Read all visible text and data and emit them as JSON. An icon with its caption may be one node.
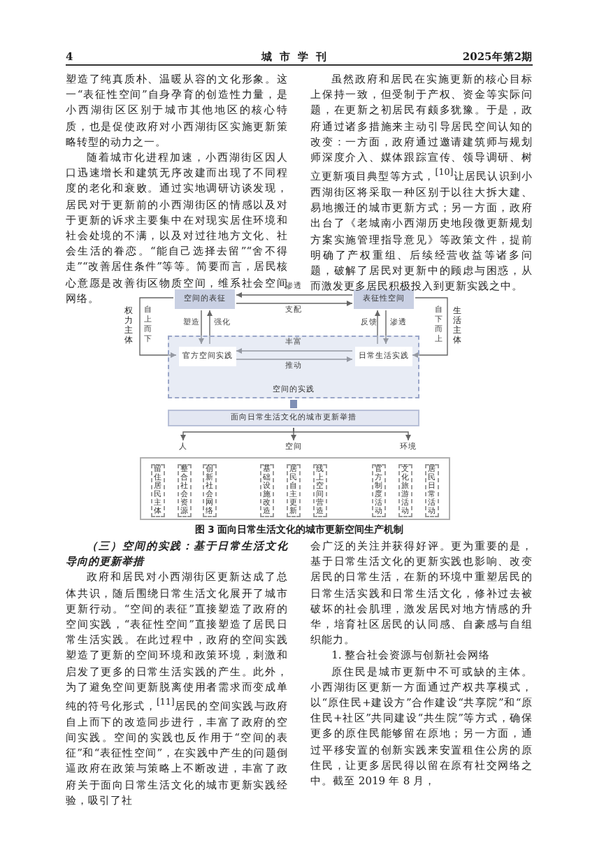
{
  "diagram": {
    "caption": "图 3 面向日常生活文化的城市更新空间生产机制",
    "nodes": [
      {
        "text": [
          "空间的表征"
        ]
      },
      {
        "text": [
          "表征性空间"
        ]
      },
      {
        "text": [
          "空间的实践"
        ]
      },
      {
        "text": [
          "官方空间实践"
        ],
        "in": 2
      },
      {
        "text": [
          "日常生活实践"
        ],
        "in": 2
      },
      {
        "text": [
          "面向日常生活文化的城市更新举措"
        ]
      },
      {
        "text": [
          "人"
        ]
      },
      {
        "text": [
          "空间"
        ]
      },
      {
        "text": [
          "环境"
        ]
      },
      {
        "text": [],
        "shape": "box"
      },
      {
        "text": [
          "留住居民主体"
        ],
        "in": 9
      },
      {
        "text": [
          "整合社会资源"
        ],
        "in": 9
      },
      {
        "text": [
          "创新社会网络"
        ],
        "in": 9
      },
      {
        "text": [
          "基础设施改造"
        ],
        "in": 9
      },
      {
        "text": [
          "居民自主更新"
        ],
        "in": 9
      },
      {
        "text": [
          "线上空间营造"
        ],
        "in": 9
      },
      {
        "text": [
          "官方制度活动"
        ],
        "in": 9
      },
      {
        "text": [
          "文化旅游活动"
        ],
        "in": 9
      },
      {
        "text": [
          "居民日常活动"
        ],
        "in": 9
      }
    ],
    "edges": [
      {
        "from": 1,
        "to": 0,
        "arrow": "to",
        "label": "渗透"
      },
      {
        "from": 0,
        "to": 1,
        "arrow": "to",
        "label": "支配"
      },
      {
        "from": 0,
        "to": 3,
        "arrow": "to",
        "label": "塑造"
      },
      {
        "from": 3,
        "to": 0,
        "arrow": "to",
        "label": "强化"
      },
      {
        "from": 4,
        "to": 1,
        "arrow": "to",
        "label": "反馈"
      },
      {
        "from": 1,
        "to": 4,
        "arrow": "to",
        "label": "渗透"
      },
      {
        "from": 4,
        "to": 3,
        "arrow": "to",
        "label": "丰富"
      },
      {
        "from": 3,
        "to": 4,
        "arrow": "to",
        "label": "推动"
      },
      {
        "from": 0,
        "to": 3,
        "arrow": "to",
        "label": "自上而下"
      },
      {
        "from": 1,
        "to": 4,
        "arrow": "to",
        "label": "自下而上"
      },
      {
        "from": 2,
        "to": 5,
        "arrow": "to",
        "style": "thick"
      },
      {
        "from": 5,
        "to": 6,
        "arrow": "to"
      },
      {
        "from": 5,
        "to": 7,
        "arrow": "to"
      },
      {
        "from": 5,
        "to": 8,
        "arrow": "to"
      }
    ],
    "labels": [
      "4",
      "城市学刊",
      "2025年第2期",
      "塑造了纯真质朴、温暖从容的文化形象。这一“表征性空间”自身孕育的创造性力量，是小西湖街区区别于城市其他地区的核心特质，也是促使政府对小西湖街区实施更新策略转型的动力之一。",
      "随着城市化进程加速，小西湖街区因人口迅速增长和建筑无序改建而出现了不同程度的老化和衰败。通过实地调研访谈发现，居民对于更新前的小西湖街区的情感以及对于更新的诉求主要集中在对现实居住环境和社会处境的不满，以及对过往地方文化、社会生活的眷恋。“能自己选择去留”“舍不得走”“改善居住条件”等等。简要而言，居民核心意愿是改善街区物质空间，维系社会空间网络。",
      "虽然政府和居民在实施更新的核心目标上保持一致，但受制于产权、资金等实际问题，在更新之初居民有颇多犹豫。于是，政府通过诸多措施来主动引导居民空间认知的改变：一方面，政府通过邀请建筑师与规划师深度介入、媒体跟踪宣传、领导调研、树立更新项目典型等方式，$^{[10]}$让居民认识到小西湖街区将采取一种区别于以往大拆大建、易地搬迁的城市更新方式；另一方面，政府出台了《老城南小西湖历史地段微更新规划方案实施管理指导意见》等政策文件，提前明确了产权重组、后续经营收益等诸多问题，破解了居民对更新中的顾虑与困惑，从而激发更多居民积极投入到更新实践之中。",
      "权力主体",
      "生活主体",
      "（三）空间的实践：基于日常生活文化导向的更新举措",
      "政府和居民对小西湖街区更新达成了总体共识，随后围绕日常生活文化展开了城市更新行动。“空间的表征”直接塑造了政府的空间实践，“表征性空间”直接塑造了居民日常生活实践。在此过程中，政府的空间实践塑造了更新的空间环境和政策环境，刺激和启发了更多的日常生活实践的产生。此外，为了避免空间更新脱离使用者需求而变成单纯的符号化形式，$^{[11]}$居民的空间实践与政府自上而下的改造同步进行，丰富了政府的空间实践。空间的实践也反作用于“空间的表征”和“表征性空间”，在实践中产生的问题倒逼政府在政策与策略上不断改进，丰富了政府关于面向日常生活文化的城市更新实践经验，吸引了社",
      "会广泛的关注并获得好评。更为重要的是，基于日常生活文化的更新实践也影响、改变居民的日常生活，在新的环境中重塑居民的日常生活实践和日常生活文化，修补过去被破坏的社会肌理，激发居民对地方情感的升华，培育社区居民的认同感、自豪感与自组织能力。",
      "1. 整合社会资源与创新社会网络",
      "原住民是城市更新中不可或缺的主体。小西湖街区更新一方面通过产权共享模式，以“原住民+建设方”合作建设“共享院”和“原住民+社区”共同建设“共生院”等方式，确保更多的原住民能够留在原地；另一方面，通过平移安置的创新实践来安置租住公房的原住民，让更多居民得以留在原有社交网络之中。截至 2019 年 8 月，"
    ]
  }
}
